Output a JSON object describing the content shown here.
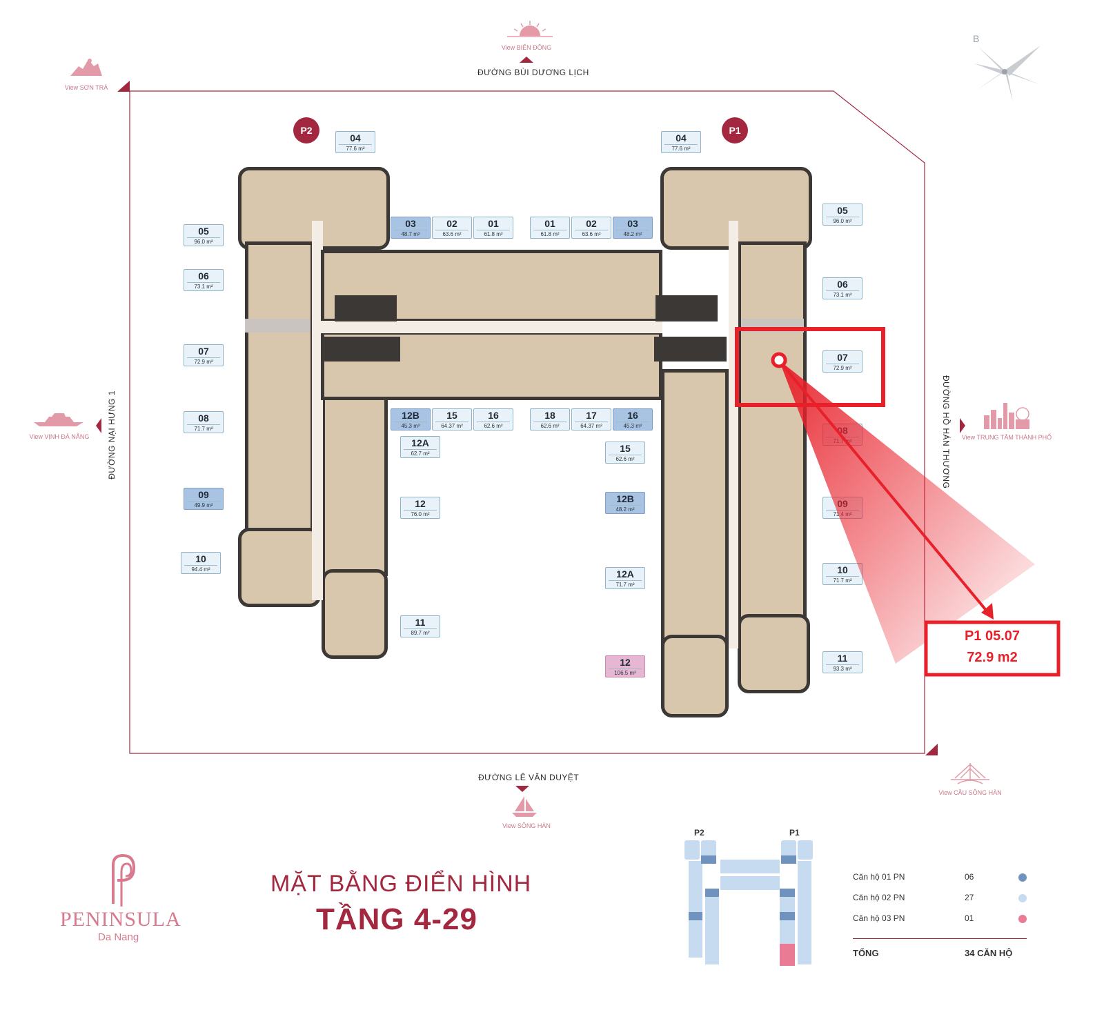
{
  "roads": {
    "north": "ĐƯỜNG BÙI DƯƠNG LỊCH",
    "south": "ĐƯỜNG LÊ VĂN DUYỆT",
    "west": "ĐƯỜNG NẠI HƯNG 1",
    "east": "ĐƯỜNG HỒ HÁN THƯƠNG"
  },
  "views": {
    "north": "View BIỂN ĐÔNG",
    "northwest": "View SƠN TRÀ",
    "west": "View VỊNH ĐÀ NẴNG",
    "east": "View TRUNG TÂM THÀNH PHỐ",
    "south": "View SÔNG HÀN",
    "southeast": "View CẦU SÔNG HÀN"
  },
  "compass": {
    "label": "B"
  },
  "phases": {
    "p2": "P2",
    "p1": "P1"
  },
  "units_p2": [
    {
      "unit": "04",
      "area": "77.6 m²",
      "style": "light"
    },
    {
      "unit": "05",
      "area": "96.0 m²",
      "style": "light"
    },
    {
      "unit": "06",
      "area": "73.1 m²",
      "style": "light"
    },
    {
      "unit": "07",
      "area": "72.9 m²",
      "style": "light"
    },
    {
      "unit": "08",
      "area": "71.7 m²",
      "style": "light"
    },
    {
      "unit": "09",
      "area": "49.9 m²",
      "style": "dark"
    },
    {
      "unit": "10",
      "area": "94.4 m²",
      "style": "light"
    },
    {
      "unit": "11",
      "area": "89.7 m²",
      "style": "light"
    },
    {
      "unit": "12",
      "area": "76.0 m²",
      "style": "light"
    },
    {
      "unit": "12A",
      "area": "62.7 m²",
      "style": "light"
    },
    {
      "unit": "12B",
      "area": "45.3 m²",
      "style": "dark"
    },
    {
      "unit": "15",
      "area": "64.37 m²",
      "style": "light"
    },
    {
      "unit": "16",
      "area": "62.6 m²",
      "style": "light"
    },
    {
      "unit": "03",
      "area": "48.7 m²",
      "style": "dark"
    },
    {
      "unit": "02",
      "area": "63.6 m²",
      "style": "light"
    },
    {
      "unit": "01",
      "area": "61.8 m²",
      "style": "light"
    }
  ],
  "units_p1": [
    {
      "unit": "01",
      "area": "61.8 m²",
      "style": "light"
    },
    {
      "unit": "02",
      "area": "63.6 m²",
      "style": "light"
    },
    {
      "unit": "03",
      "area": "48.2 m²",
      "style": "dark"
    },
    {
      "unit": "04",
      "area": "77.6 m²",
      "style": "light"
    },
    {
      "unit": "05",
      "area": "96.0 m²",
      "style": "light"
    },
    {
      "unit": "06",
      "area": "73.1 m²",
      "style": "light"
    },
    {
      "unit": "07",
      "area": "72.9 m²",
      "style": "light"
    },
    {
      "unit": "08",
      "area": "71.7 m²",
      "style": "light"
    },
    {
      "unit": "09",
      "area": "71.4 m²",
      "style": "light"
    },
    {
      "unit": "10",
      "area": "71.7 m²",
      "style": "light"
    },
    {
      "unit": "11",
      "area": "93.3 m²",
      "style": "light"
    },
    {
      "unit": "12",
      "area": "106.5 m²",
      "style": "pink"
    },
    {
      "unit": "12A",
      "area": "71.7 m²",
      "style": "light"
    },
    {
      "unit": "12B",
      "area": "48.2 m²",
      "style": "dark"
    },
    {
      "unit": "15",
      "area": "62.6 m²",
      "style": "light"
    },
    {
      "unit": "16",
      "area": "45.3 m²",
      "style": "dark"
    },
    {
      "unit": "17",
      "area": "64.37 m²",
      "style": "light"
    },
    {
      "unit": "18",
      "area": "62.6 m²",
      "style": "light"
    }
  ],
  "callout": {
    "line1": "P1 05.07",
    "line2": "72.9 m2"
  },
  "brand": {
    "name": "PENINSULA",
    "sub": "Da Nang"
  },
  "heading": {
    "line1": "MẶT BẰNG ĐIỂN HÌNH",
    "line2": "TẦNG 4-29"
  },
  "keyplan": {
    "p2": "P2",
    "p1": "P1"
  },
  "legend": {
    "rows": [
      {
        "label": "Căn hộ 01 PN",
        "count": "06",
        "color": "#6f93bd"
      },
      {
        "label": "Căn hộ 02 PN",
        "count": "27",
        "color": "#c6daf0"
      },
      {
        "label": "Căn hộ 03 PN",
        "count": "01",
        "color": "#e97b95"
      }
    ],
    "total_label": "TỔNG",
    "total_value": "34 CĂN HỘ"
  },
  "colors": {
    "brand": "#a3283f",
    "highlight": "#e8202a"
  }
}
